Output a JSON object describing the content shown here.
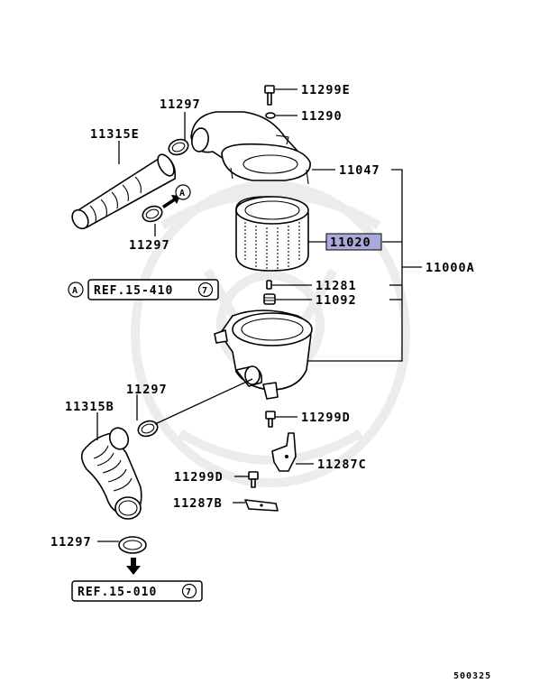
{
  "colors": {
    "highlight": "#a9a9dc",
    "watermark": "#ececec",
    "line": "#000000"
  },
  "labels": {
    "p11299E": "11299E",
    "p11290": "11290",
    "p11297_top": "11297",
    "p11315E": "11315E",
    "p11047": "11047",
    "p11020": "11020",
    "p11000A": "11000A",
    "p11297_mid": "11297",
    "p11281": "11281",
    "p11092": "11092",
    "p11315B": "11315B",
    "p11297_low": "11297",
    "p11299D_right": "11299D",
    "p11287C": "11287C",
    "p11299D_left": "11299D",
    "p11287B": "11287B",
    "p11297_bottom": "11297"
  },
  "references": {
    "ref_a": {
      "marker": "A",
      "text": "REF.15-410",
      "circled": "7"
    },
    "ref_bottom": {
      "text": "REF.15-010",
      "circled": "7"
    },
    "marker_a_near_hose": "A"
  },
  "footer": {
    "diagram_code": "500325"
  }
}
